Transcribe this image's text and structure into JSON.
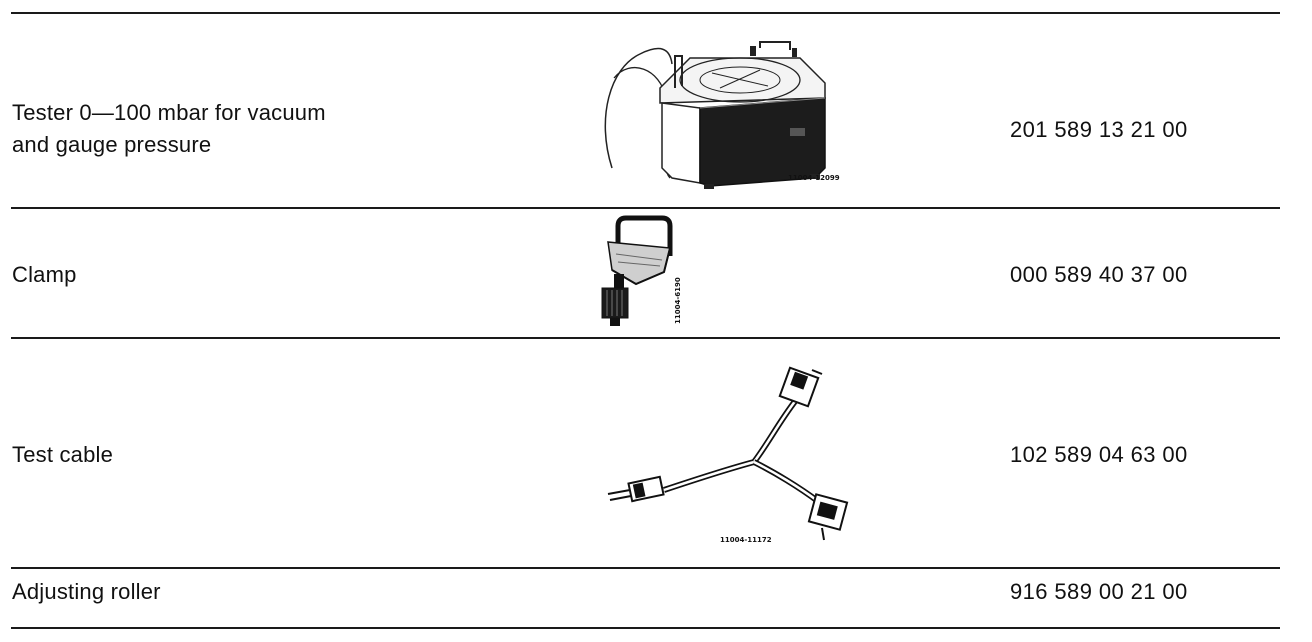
{
  "rows": [
    {
      "description": [
        "Tester 0—100 mbar for vacuum",
        "and gauge pressure"
      ],
      "part_number": "201 589 13 21 00",
      "illustration": {
        "icon": "pressure-tester-icon",
        "label": "11004-12099"
      }
    },
    {
      "description": [
        "Clamp"
      ],
      "part_number": "000 589 40 37 00",
      "illustration": {
        "icon": "clamp-icon",
        "label": "11004-6190"
      }
    },
    {
      "description": [
        "Test cable"
      ],
      "part_number": "102 589 04 63 00",
      "illustration": {
        "icon": "test-cable-icon",
        "label": "11004-11172"
      }
    },
    {
      "description": [
        "Adjusting roller"
      ],
      "part_number": "916 589 00 21 00",
      "illustration": null
    }
  ]
}
